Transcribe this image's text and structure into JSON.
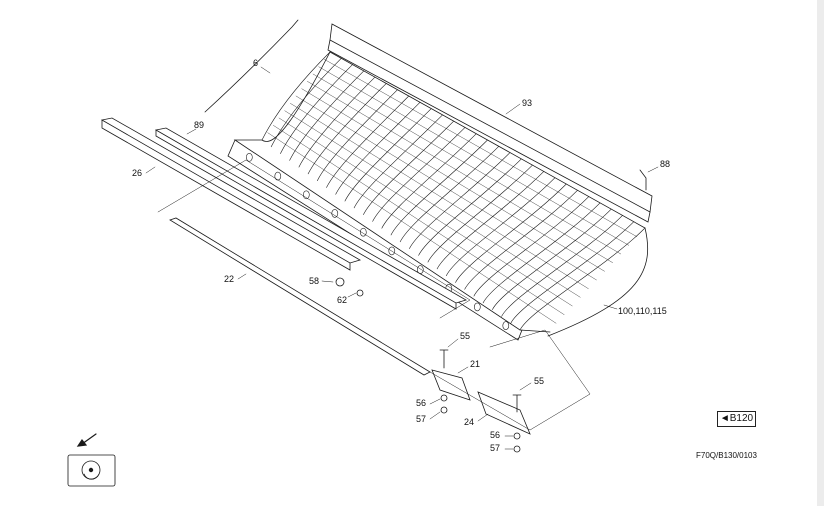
{
  "callouts": {
    "c6": "6",
    "c93": "93",
    "c89": "89",
    "c26": "26",
    "c88": "88",
    "c22": "22",
    "c58": "58",
    "c62": "62",
    "c100": "100,110,115",
    "c55a": "55",
    "c21": "21",
    "c55b": "55",
    "c56a": "56",
    "c57a": "57",
    "c24": "24",
    "c56b": "56",
    "c57b": "57"
  },
  "reference_box": "◄B120",
  "drawing_code": "F70Q/B130/0103",
  "icons": {
    "direction": "arrow-down-left-icon",
    "mode": "rotating-drum-icon"
  }
}
